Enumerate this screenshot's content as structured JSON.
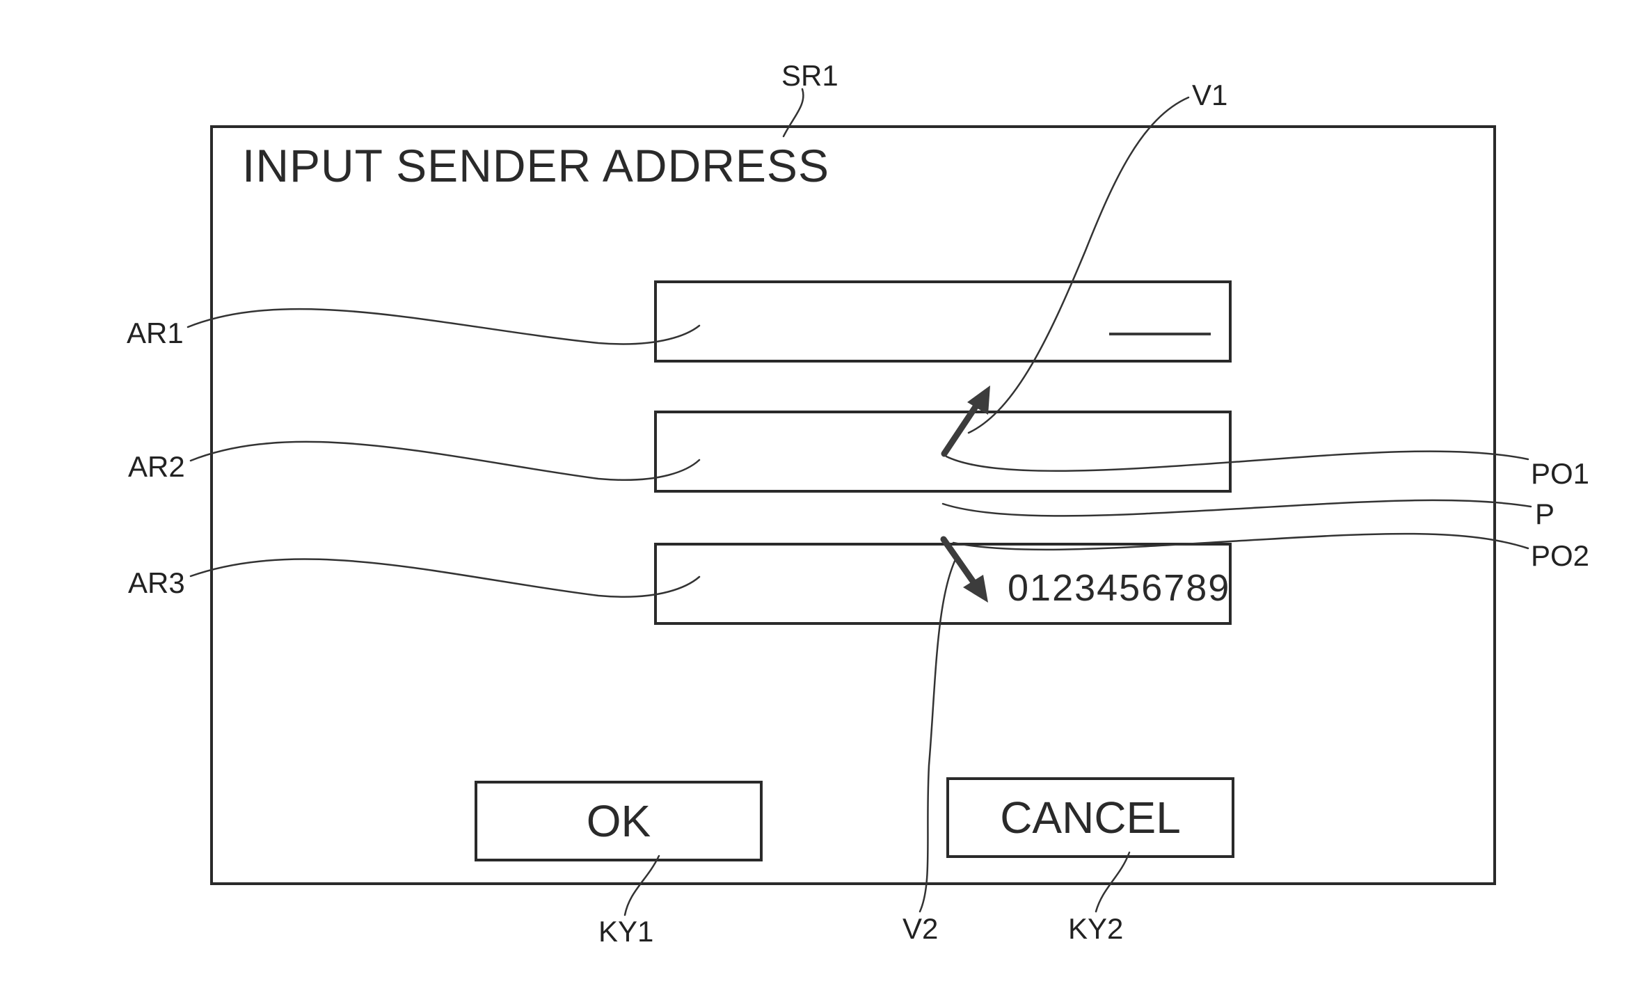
{
  "screen": {
    "title": "INPUT SENDER ADDRESS"
  },
  "fields": {
    "ar3_value": "0123456789"
  },
  "buttons": {
    "ok_label": "OK",
    "cancel_label": "CANCEL"
  },
  "reference_labels": {
    "sr1": "SR1",
    "v1": "V1",
    "ar1": "AR1",
    "ar2": "AR2",
    "ar3": "AR3",
    "po1": "PO1",
    "p": "P",
    "po2": "PO2",
    "ky1": "KY1",
    "v2": "V2",
    "ky2": "KY2"
  },
  "icons": {
    "arrow_up": "arrow-up-right-icon",
    "arrow_down": "arrow-down-right-icon"
  }
}
